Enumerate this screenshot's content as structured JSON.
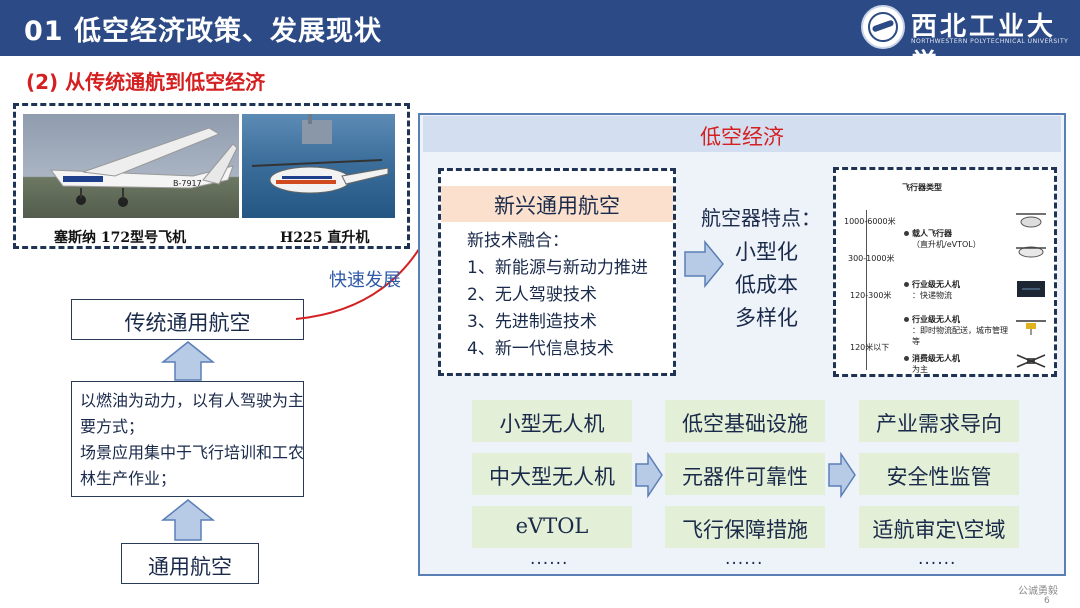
{
  "header": {
    "title": "01 低空经济政策、发展现状",
    "university_cn": "西北工业大学",
    "university_en": "NORTHWESTERN POLYTECHNICAL UNIVERSITY"
  },
  "subtitle": "(2) 从传统通航到低空经济",
  "photos": {
    "left_caption": "塞斯纳 172型号飞机",
    "right_caption": "H225 直升机",
    "plane_registration": "B-7917"
  },
  "left_flow": {
    "top_node": "传统通用航空",
    "description": [
      "以燃油为动力，以有人驾驶为主要方式；",
      "场景应用集中于飞行培训和工农林生产作业；"
    ],
    "bottom_node": "通用航空",
    "transition_label": "快速发展"
  },
  "panel": {
    "title": "低空经济",
    "tech": {
      "heading": "新兴通用航空",
      "intro": "新技术融合：",
      "items": [
        "1、新能源与新动力推进",
        "2、无人驾驶技术",
        "3、先进制造技术",
        "4、新一代信息技术"
      ]
    },
    "features": {
      "title": "航空器特点：",
      "items": [
        "小型化",
        "低成本",
        "多样化"
      ]
    },
    "drone_chart": {
      "title": "飞行器类型",
      "altitudes": [
        "1000-6000米",
        "300-1000米",
        "120-300米",
        "120米以下"
      ],
      "categories": [
        {
          "name": "载人飞行器",
          "detail": "（直升机/eVTOL）"
        },
        {
          "name": "行业级无人机",
          "detail": "：快递物流"
        },
        {
          "name": "行业级无人机",
          "detail": "：即时物流配送，城市管理等"
        },
        {
          "name": "消费级无人机",
          "detail": "为主"
        }
      ]
    },
    "columns": [
      [
        "小型无人机",
        "中大型无人机",
        "eVTOL"
      ],
      [
        "低空基础设施",
        "元器件可靠性",
        "飞行保障措施"
      ],
      [
        "产业需求导向",
        "安全性监管",
        "适航审定\\空域"
      ]
    ],
    "ellipsis": "......"
  },
  "footer": {
    "text": "公诚勇毅",
    "page": "6"
  }
}
